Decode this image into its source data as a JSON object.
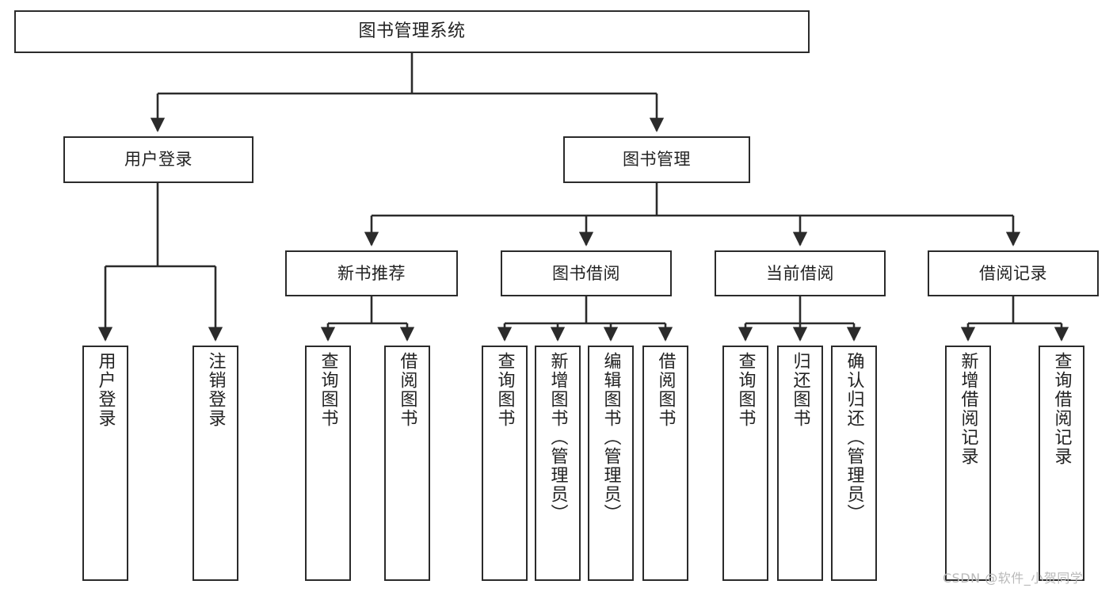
{
  "diagram": {
    "type": "tree",
    "title": "图书管理系统",
    "root": {
      "id": "root",
      "label": "图书管理系统"
    },
    "level1": [
      {
        "id": "user-login",
        "label": "用户登录"
      },
      {
        "id": "book-manage",
        "label": "图书管理"
      }
    ],
    "level2": [
      {
        "id": "new-book-rec",
        "label": "新书推荐",
        "parent": "book-manage"
      },
      {
        "id": "book-borrow",
        "label": "图书借阅",
        "parent": "book-manage"
      },
      {
        "id": "current-borrow",
        "label": "当前借阅",
        "parent": "book-manage"
      },
      {
        "id": "borrow-record",
        "label": "借阅记录",
        "parent": "book-manage"
      }
    ],
    "leaves": [
      {
        "id": "leaf-user-login",
        "label": "用户登录",
        "parent": "user-login"
      },
      {
        "id": "leaf-logout",
        "label": "注销登录",
        "parent": "user-login"
      },
      {
        "id": "leaf-query-book-1",
        "label": "查询图书",
        "parent": "new-book-rec"
      },
      {
        "id": "leaf-borrow-book-1",
        "label": "借阅图书",
        "parent": "new-book-rec"
      },
      {
        "id": "leaf-query-book-2",
        "label": "查询图书",
        "parent": "book-borrow"
      },
      {
        "id": "leaf-add-book",
        "label": "新增图书（管理员）",
        "parent": "book-borrow"
      },
      {
        "id": "leaf-edit-book",
        "label": "编辑图书（管理员）",
        "parent": "book-borrow"
      },
      {
        "id": "leaf-borrow-book-2",
        "label": "借阅图书",
        "parent": "book-borrow"
      },
      {
        "id": "leaf-query-book-3",
        "label": "查询图书",
        "parent": "current-borrow"
      },
      {
        "id": "leaf-return-book",
        "label": "归还图书",
        "parent": "current-borrow"
      },
      {
        "id": "leaf-confirm-return",
        "label": "确认归还（管理员）",
        "parent": "current-borrow"
      },
      {
        "id": "leaf-add-record",
        "label": "新增借阅记录",
        "parent": "borrow-record"
      },
      {
        "id": "leaf-query-record",
        "label": "查询借阅记录",
        "parent": "borrow-record"
      }
    ],
    "colors": {
      "stroke": "#2b2b2b",
      "background": "#ffffff",
      "text": "#222222",
      "watermark": "#b9b9b9"
    }
  },
  "watermark": {
    "text": "CSDN @软件_小贺同学"
  }
}
